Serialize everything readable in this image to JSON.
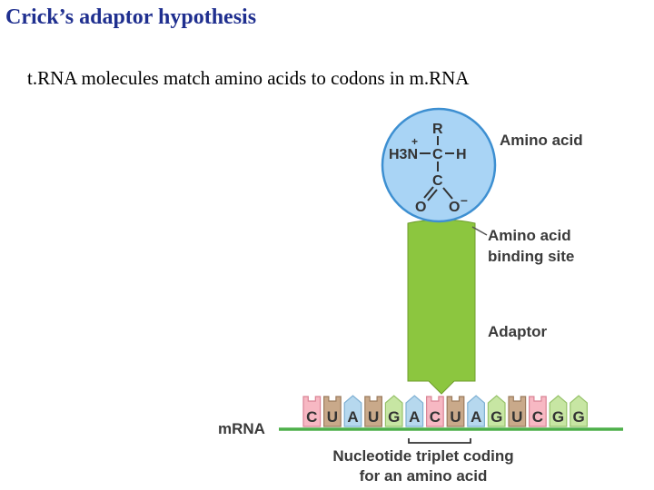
{
  "title": "Crick’s adaptor hypothesis",
  "subtitle": "t.RNA molecules match amino acids to codons in m.RNA",
  "diagram": {
    "labels": {
      "amino_acid": "Amino acid",
      "binding_site_line1": "Amino acid",
      "binding_site_line2": "binding site",
      "adaptor": "Adaptor",
      "mrna": "mRNA",
      "triplet_line1": "Nucleotide triplet coding",
      "triplet_line2": "for an amino acid"
    },
    "amino_acid_structure": {
      "r_group": "R",
      "amine_group": "H3N",
      "amine_plus": "+",
      "alpha_carbon": "C",
      "hydrogen": "H",
      "carboxyl_carbon": "C",
      "oxygen_left": "O",
      "oxygen_right": "O",
      "oxygen_minus": "–"
    },
    "nucleotides": [
      "C",
      "U",
      "A",
      "U",
      "G",
      "A",
      "C",
      "U",
      "A",
      "G",
      "U",
      "C",
      "G",
      "G"
    ],
    "colors": {
      "title": "#1f2f8f",
      "amino_acid_fill": "#a9d4f5",
      "amino_acid_stroke": "#3d8fd1",
      "adaptor_fill": "#8cc63f",
      "mrna_line": "#4daf4a",
      "C": "#f7b8c3",
      "U": "#c9a98a",
      "A": "#b6d8ee",
      "G": "#c7e6a3"
    }
  }
}
